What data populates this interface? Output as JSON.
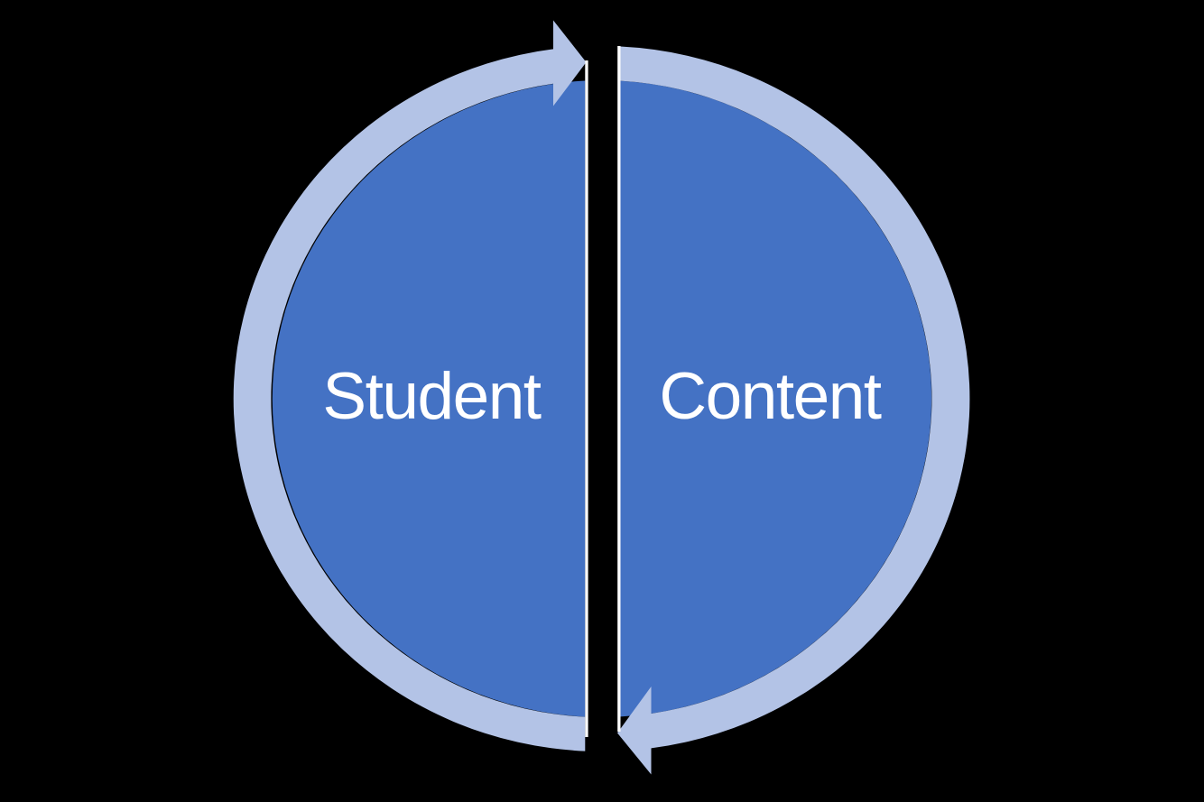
{
  "diagram": {
    "type": "cycle",
    "flow_direction": "clockwise",
    "background_color": "#000000",
    "segment_fill": "#4472C4",
    "ring_fill": "#B3C3E6",
    "divider_color": "#FFFFFF",
    "label_color": "#FFFFFF",
    "segments": [
      {
        "label": "Student",
        "position": "left-half"
      },
      {
        "label": "Content",
        "position": "right-half"
      }
    ],
    "arrows": [
      {
        "position": "top",
        "points": "right"
      },
      {
        "position": "bottom",
        "points": "left"
      }
    ]
  }
}
